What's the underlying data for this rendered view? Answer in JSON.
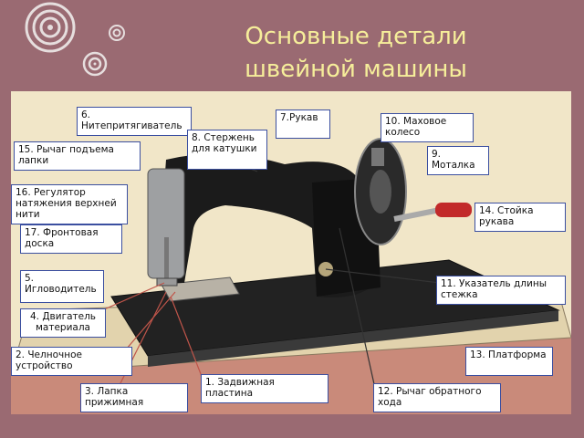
{
  "title": {
    "line1": "Основные детали",
    "line2": "швейной машины"
  },
  "colors": {
    "background": "#9a6a72",
    "title": "#f6ee9a",
    "label_border": "#3b4fa0",
    "machine_body": "#1b1b1b",
    "table_base": "#c98a7a"
  },
  "labels": {
    "l6": "6. Нитепритягиватель",
    "l7": "7.Рукав",
    "l10": "10. Маховое колесо",
    "l8": "8. Стержень для катушки",
    "l15": "15. Рычаг подъема лапки",
    "l9": "9. Моталка",
    "l16": "16. Регулятор натяжения верхней нити",
    "l14": "14. Стойка рукава",
    "l17": "17. Фронтовая доска",
    "l5": "5. Игловодитель",
    "l11": "11. Указатель длины стежка",
    "l4": "4. Двигатель материала",
    "l2": "2. Челночное устройство",
    "l13": "13. Платформа",
    "l1": "1. Задвижная пластина",
    "l3": "3. Лапка прижимная",
    "l12": "12. Рычаг обратного хода"
  }
}
